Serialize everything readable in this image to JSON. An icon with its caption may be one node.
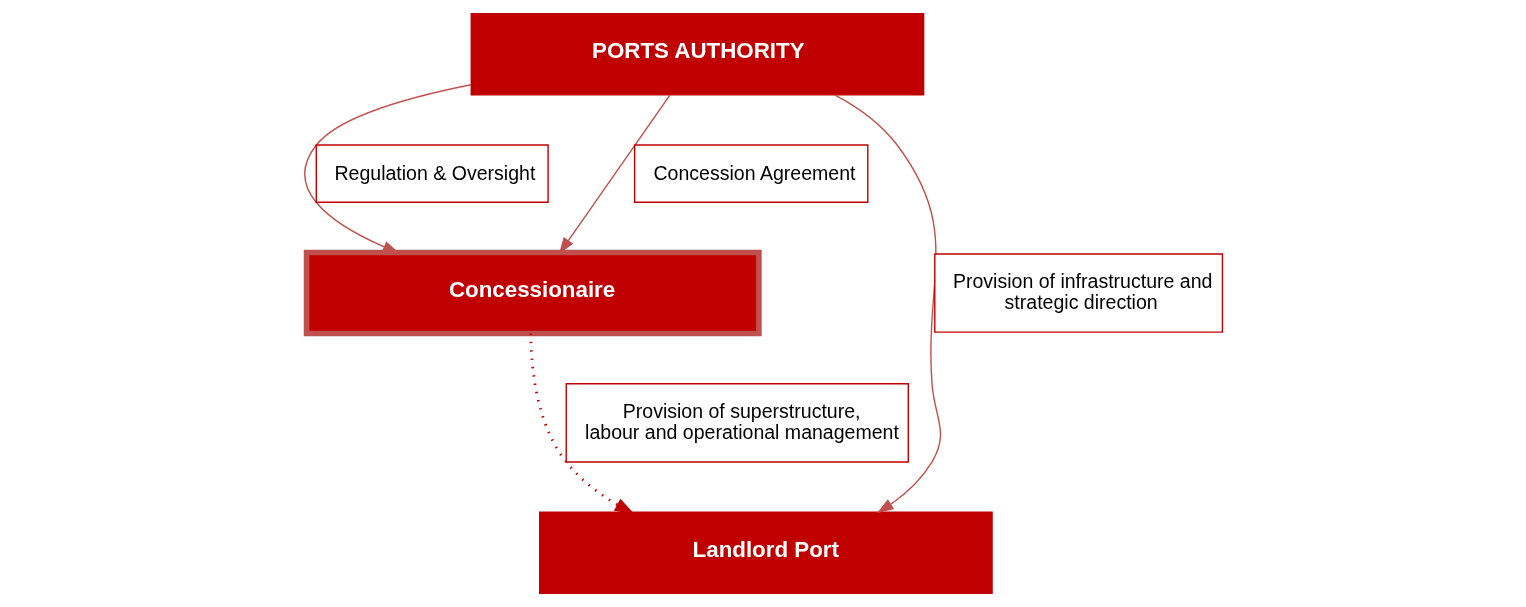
{
  "diagram": {
    "nodes": [
      {
        "text": [
          "PORTS AUTHORITY"
        ]
      },
      {
        "text": [
          "Concessionaire"
        ]
      },
      {
        "text": [
          "Landlord Port"
        ]
      }
    ],
    "edges": [
      {
        "from": 0,
        "to": 1,
        "arrow": "to",
        "label": "Regulation & Oversight"
      },
      {
        "from": 0,
        "to": 1,
        "arrow": "to",
        "label": "Concession Agreement"
      },
      {
        "from": 0,
        "to": 2,
        "arrow": "to",
        "label": "Provision of infrastructure and strategic direction"
      },
      {
        "from": 1,
        "to": 2,
        "arrow": "to",
        "label": "Provision of superstructure, labour and operational management",
        "style": "dashed",
        "color": "#c00000"
      }
    ]
  }
}
